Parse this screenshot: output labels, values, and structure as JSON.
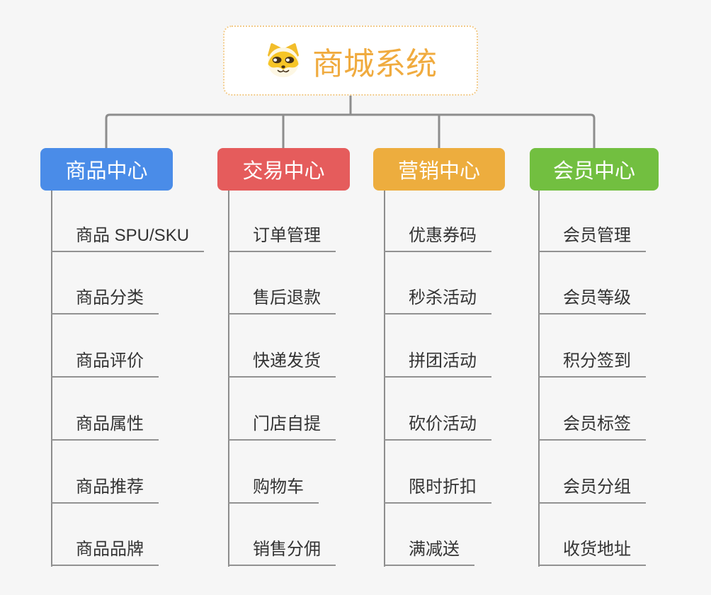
{
  "page": {
    "background": "#f6f6f6",
    "connector_color": "#8d8d8d"
  },
  "root": {
    "title": "商城系统",
    "icon": "dog-face-icon",
    "text_color": "#f0ab3f",
    "border_color": "#f2cb8b"
  },
  "branches": [
    {
      "label": "商品中心",
      "color": "#4a8ce8",
      "children": [
        "商品 SPU/SKU",
        "商品分类",
        "商品评价",
        "商品属性",
        "商品推荐",
        "商品品牌"
      ]
    },
    {
      "label": "交易中心",
      "color": "#e55c5c",
      "children": [
        "订单管理",
        "售后退款",
        "快递发货",
        "门店自提",
        "购物车",
        "销售分佣"
      ]
    },
    {
      "label": "营销中心",
      "color": "#edad3e",
      "children": [
        "优惠券码",
        "秒杀活动",
        "拼团活动",
        "砍价活动",
        "限时折扣",
        "满减送"
      ]
    },
    {
      "label": "会员中心",
      "color": "#72bf40",
      "children": [
        "会员管理",
        "会员等级",
        "积分签到",
        "会员标签",
        "会员分组",
        "收货地址"
      ]
    }
  ]
}
